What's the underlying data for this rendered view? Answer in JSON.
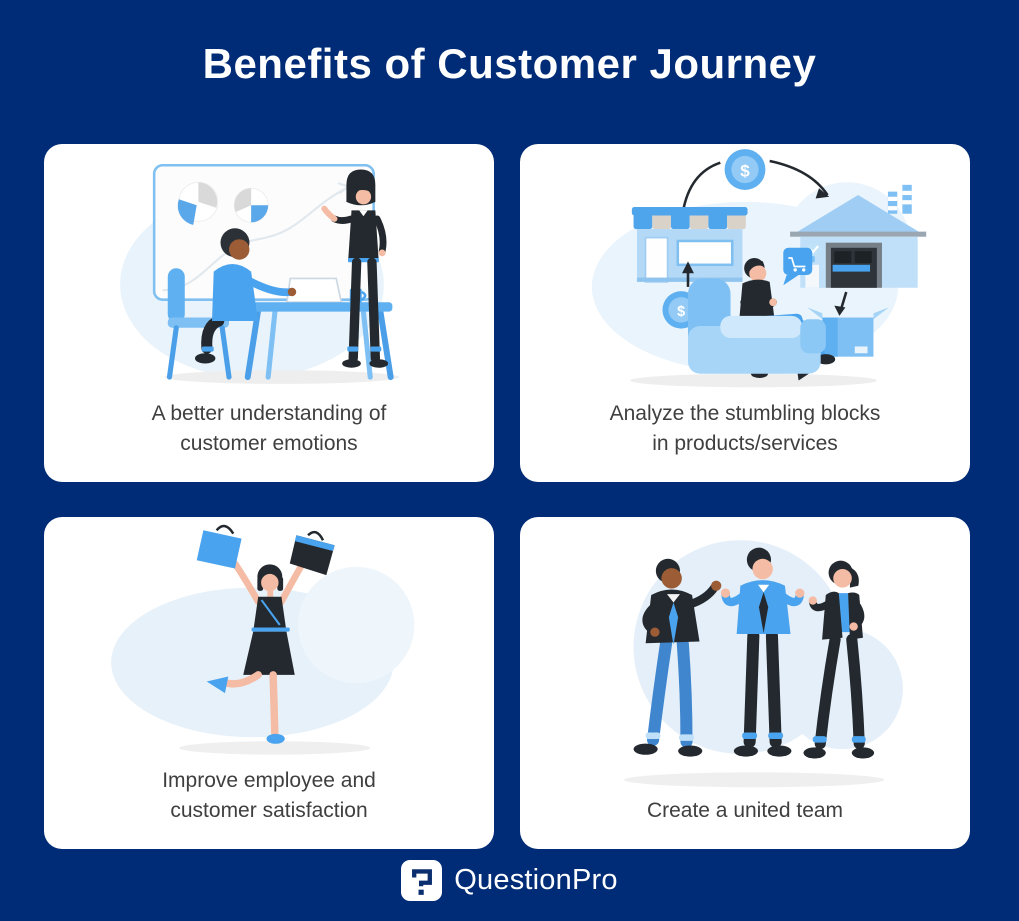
{
  "title": "Benefits of Customer Journey",
  "cards": [
    {
      "illustration": "whiteboard-presentation-illustration",
      "lines": [
        "A better understanding of",
        "customer emotions"
      ]
    },
    {
      "illustration": "purchase-cycle-illustration",
      "lines": [
        "Analyze the stumbling blocks",
        "in products/services"
      ]
    },
    {
      "illustration": "happy-shopper-illustration",
      "lines": [
        "Improve employee and",
        "customer satisfaction"
      ]
    },
    {
      "illustration": "team-discussion-illustration",
      "lines": [
        "Create a united team"
      ]
    }
  ],
  "illustration_text": {
    "coin_symbol": "$"
  },
  "footer": {
    "brand": "QuestionPro",
    "logo_icon": "questionpro-logo-icon"
  },
  "colors": {
    "background": "#002b76",
    "card": "#ffffff",
    "title_text": "#ffffff",
    "caption_text": "#3f3f3f",
    "illustration_blue": "#4aa3ee",
    "illustration_light_blue": "#aed6f6",
    "illustration_pale_blue": "#e9f3fb",
    "illustration_dark": "#23292e",
    "skin_light": "#f4bca4",
    "skin_dark": "#9c5c35"
  }
}
